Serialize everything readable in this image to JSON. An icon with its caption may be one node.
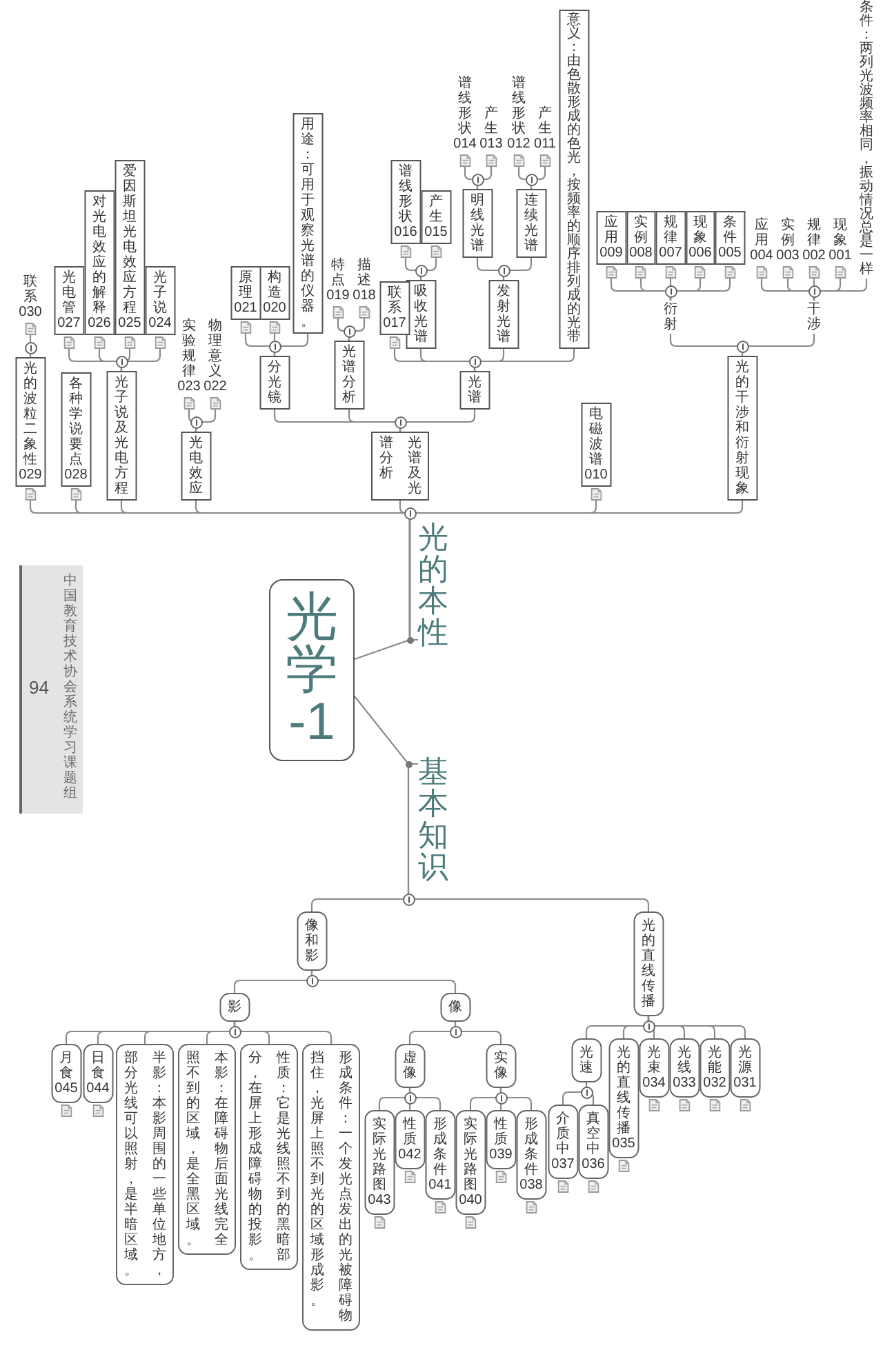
{
  "diagram": {
    "nodes": [
      {
        "text": [
          "光学-1"
        ]
      },
      {
        "text": [
          "光的本性"
        ]
      },
      {
        "text": [
          "光的干涉和衍射现象"
        ]
      },
      {
        "text": [
          "干涉"
        ]
      },
      {
        "text": [
          "条件：两列光波频率相同，振动情况总是一样"
        ]
      },
      {
        "text": [
          "现象001"
        ]
      },
      {
        "text": [
          "规律002"
        ]
      },
      {
        "text": [
          "实例003"
        ]
      },
      {
        "text": [
          "应用004"
        ]
      },
      {
        "text": [
          "衍射"
        ]
      },
      {
        "text": [
          "条件005"
        ]
      },
      {
        "text": [
          "现象006"
        ]
      },
      {
        "text": [
          "规律007"
        ]
      },
      {
        "text": [
          "实例008"
        ]
      },
      {
        "text": [
          "应用009"
        ]
      },
      {
        "text": [
          "电磁波谱010"
        ]
      },
      {
        "text": [
          "光谱及光谱分析"
        ]
      },
      {
        "text": [
          "光谱"
        ]
      },
      {
        "text": [
          "意义：由色散形成的色光，按频率的顺序排列成的光带"
        ]
      },
      {
        "text": [
          "发射光谱"
        ]
      },
      {
        "text": [
          "连续光谱"
        ]
      },
      {
        "text": [
          "产生011"
        ]
      },
      {
        "text": [
          "谱线形状012"
        ]
      },
      {
        "text": [
          "明线光谱"
        ]
      },
      {
        "text": [
          "产生013"
        ]
      },
      {
        "text": [
          "谱线形状014"
        ]
      },
      {
        "text": [
          "吸收光谱"
        ]
      },
      {
        "text": [
          "产生015"
        ]
      },
      {
        "text": [
          "谱线形状016"
        ]
      },
      {
        "text": [
          "联系017"
        ]
      },
      {
        "text": [
          "光谱分析"
        ]
      },
      {
        "text": [
          "描述018"
        ]
      },
      {
        "text": [
          "特点019"
        ]
      },
      {
        "text": [
          "分光镜"
        ]
      },
      {
        "text": [
          "用途：可用于观察光谱的仪器。"
        ]
      },
      {
        "text": [
          "构造020"
        ]
      },
      {
        "text": [
          "原理021"
        ]
      },
      {
        "text": [
          "光电效应"
        ]
      },
      {
        "text": [
          "物理意义022"
        ]
      },
      {
        "text": [
          "实验规律023"
        ]
      },
      {
        "text": [
          "光子说及光电方程"
        ]
      },
      {
        "text": [
          "光子说024"
        ]
      },
      {
        "text": [
          "爱因斯坦光电效应方程025"
        ]
      },
      {
        "text": [
          "对光电效应的解释026"
        ]
      },
      {
        "text": [
          "光电管027"
        ]
      },
      {
        "text": [
          "各种学说要点028"
        ]
      },
      {
        "text": [
          "光的波粒二象性029"
        ]
      },
      {
        "text": [
          "联系030"
        ]
      },
      {
        "text": [
          "基本知识"
        ]
      },
      {
        "text": [
          "光的直线传播"
        ]
      },
      {
        "text": [
          "光源031"
        ]
      },
      {
        "text": [
          "光能032"
        ]
      },
      {
        "text": [
          "光线033"
        ]
      },
      {
        "text": [
          "光束034"
        ]
      },
      {
        "text": [
          "光的直线传播035"
        ]
      },
      {
        "text": [
          "光速"
        ]
      },
      {
        "text": [
          "真空中036"
        ]
      },
      {
        "text": [
          "介质中037"
        ]
      },
      {
        "text": [
          "像和影"
        ]
      },
      {
        "text": [
          "像"
        ]
      },
      {
        "text": [
          "实像"
        ]
      },
      {
        "text": [
          "形成条件038"
        ]
      },
      {
        "text": [
          "性质039"
        ]
      },
      {
        "text": [
          "实际光路图040"
        ]
      },
      {
        "text": [
          "虚像"
        ]
      },
      {
        "text": [
          "形成条件041"
        ]
      },
      {
        "text": [
          "性质042"
        ]
      },
      {
        "text": [
          "实际光路图043"
        ]
      },
      {
        "text": [
          "影"
        ]
      },
      {
        "text": [
          "形成条件：一个发光点发出的光被障碍物挡住，光屏上照不到光的区域形成影。"
        ]
      },
      {
        "text": [
          "性质：它是光线照不到的黑暗部分，在屏上形成障碍物的投影。"
        ]
      },
      {
        "text": [
          "本影：在障碍物后面光线完全照不到的区域，是全黑区域。"
        ]
      },
      {
        "text": [
          "半影：本影周围的一些单位地方，部分光线可以照射，是半暗区域。"
        ]
      },
      {
        "text": [
          "日食044"
        ]
      },
      {
        "text": [
          "月食045"
        ]
      }
    ],
    "edges": [
      {
        "from": 0,
        "to": 1,
        "arrow": "none"
      },
      {
        "from": 0,
        "to": 48,
        "arrow": "none"
      },
      {
        "from": 1,
        "to": 2,
        "arrow": "none"
      },
      {
        "from": 1,
        "to": 15,
        "arrow": "none"
      },
      {
        "from": 1,
        "to": 16,
        "arrow": "none"
      },
      {
        "from": 1,
        "to": 37,
        "arrow": "none"
      },
      {
        "from": 1,
        "to": 40,
        "arrow": "none"
      },
      {
        "from": 1,
        "to": 45,
        "arrow": "none"
      },
      {
        "from": 1,
        "to": 46,
        "arrow": "none"
      },
      {
        "from": 2,
        "to": 3,
        "arrow": "none"
      },
      {
        "from": 2,
        "to": 9,
        "arrow": "none"
      },
      {
        "from": 3,
        "to": 4,
        "arrow": "none"
      },
      {
        "from": 3,
        "to": 5,
        "arrow": "none"
      },
      {
        "from": 3,
        "to": 6,
        "arrow": "none"
      },
      {
        "from": 3,
        "to": 7,
        "arrow": "none"
      },
      {
        "from": 3,
        "to": 8,
        "arrow": "none"
      },
      {
        "from": 9,
        "to": 10,
        "arrow": "none"
      },
      {
        "from": 9,
        "to": 11,
        "arrow": "none"
      },
      {
        "from": 9,
        "to": 12,
        "arrow": "none"
      },
      {
        "from": 9,
        "to": 13,
        "arrow": "none"
      },
      {
        "from": 9,
        "to": 14,
        "arrow": "none"
      },
      {
        "from": 16,
        "to": 17,
        "arrow": "none"
      },
      {
        "from": 16,
        "to": 30,
        "arrow": "none"
      },
      {
        "from": 16,
        "to": 33,
        "arrow": "none"
      },
      {
        "from": 17,
        "to": 18,
        "arrow": "none"
      },
      {
        "from": 17,
        "to": 19,
        "arrow": "none"
      },
      {
        "from": 17,
        "to": 26,
        "arrow": "none"
      },
      {
        "from": 17,
        "to": 29,
        "arrow": "none"
      },
      {
        "from": 19,
        "to": 20,
        "arrow": "none"
      },
      {
        "from": 19,
        "to": 23,
        "arrow": "none"
      },
      {
        "from": 20,
        "to": 21,
        "arrow": "none"
      },
      {
        "from": 20,
        "to": 22,
        "arrow": "none"
      },
      {
        "from": 23,
        "to": 24,
        "arrow": "none"
      },
      {
        "from": 23,
        "to": 25,
        "arrow": "none"
      },
      {
        "from": 26,
        "to": 27,
        "arrow": "none"
      },
      {
        "from": 26,
        "to": 28,
        "arrow": "none"
      },
      {
        "from": 30,
        "to": 31,
        "arrow": "none"
      },
      {
        "from": 30,
        "to": 32,
        "arrow": "none"
      },
      {
        "from": 33,
        "to": 34,
        "arrow": "none"
      },
      {
        "from": 33,
        "to": 35,
        "arrow": "none"
      },
      {
        "from": 33,
        "to": 36,
        "arrow": "none"
      },
      {
        "from": 37,
        "to": 38,
        "arrow": "none"
      },
      {
        "from": 37,
        "to": 39,
        "arrow": "none"
      },
      {
        "from": 40,
        "to": 41,
        "arrow": "none"
      },
      {
        "from": 40,
        "to": 42,
        "arrow": "none"
      },
      {
        "from": 40,
        "to": 43,
        "arrow": "none"
      },
      {
        "from": 40,
        "to": 44,
        "arrow": "none"
      },
      {
        "from": 46,
        "to": 47,
        "arrow": "none"
      },
      {
        "from": 48,
        "to": 49,
        "arrow": "none"
      },
      {
        "from": 48,
        "to": 58,
        "arrow": "none"
      },
      {
        "from": 49,
        "to": 50,
        "arrow": "none"
      },
      {
        "from": 49,
        "to": 51,
        "arrow": "none"
      },
      {
        "from": 49,
        "to": 52,
        "arrow": "none"
      },
      {
        "from": 49,
        "to": 53,
        "arrow": "none"
      },
      {
        "from": 49,
        "to": 54,
        "arrow": "none"
      },
      {
        "from": 49,
        "to": 55,
        "arrow": "none"
      },
      {
        "from": 55,
        "to": 56,
        "arrow": "none"
      },
      {
        "from": 55,
        "to": 57,
        "arrow": "none"
      },
      {
        "from": 58,
        "to": 59,
        "arrow": "none"
      },
      {
        "from": 58,
        "to": 68,
        "arrow": "none"
      },
      {
        "from": 59,
        "to": 60,
        "arrow": "none"
      },
      {
        "from": 59,
        "to": 64,
        "arrow": "none"
      },
      {
        "from": 60,
        "to": 61,
        "arrow": "none"
      },
      {
        "from": 60,
        "to": 62,
        "arrow": "none"
      },
      {
        "from": 60,
        "to": 63,
        "arrow": "none"
      },
      {
        "from": 64,
        "to": 65,
        "arrow": "none"
      },
      {
        "from": 64,
        "to": 66,
        "arrow": "none"
      },
      {
        "from": 64,
        "to": 67,
        "arrow": "none"
      },
      {
        "from": 68,
        "to": 69,
        "arrow": "none"
      },
      {
        "from": 68,
        "to": 70,
        "arrow": "none"
      },
      {
        "from": 68,
        "to": 71,
        "arrow": "none"
      },
      {
        "from": 68,
        "to": 72,
        "arrow": "none"
      },
      {
        "from": 68,
        "to": 73,
        "arrow": "none"
      },
      {
        "from": 68,
        "to": 74,
        "arrow": "none"
      }
    ],
    "labels": [
      "中国教育技术协会系统学习课题组",
      "94"
    ]
  }
}
